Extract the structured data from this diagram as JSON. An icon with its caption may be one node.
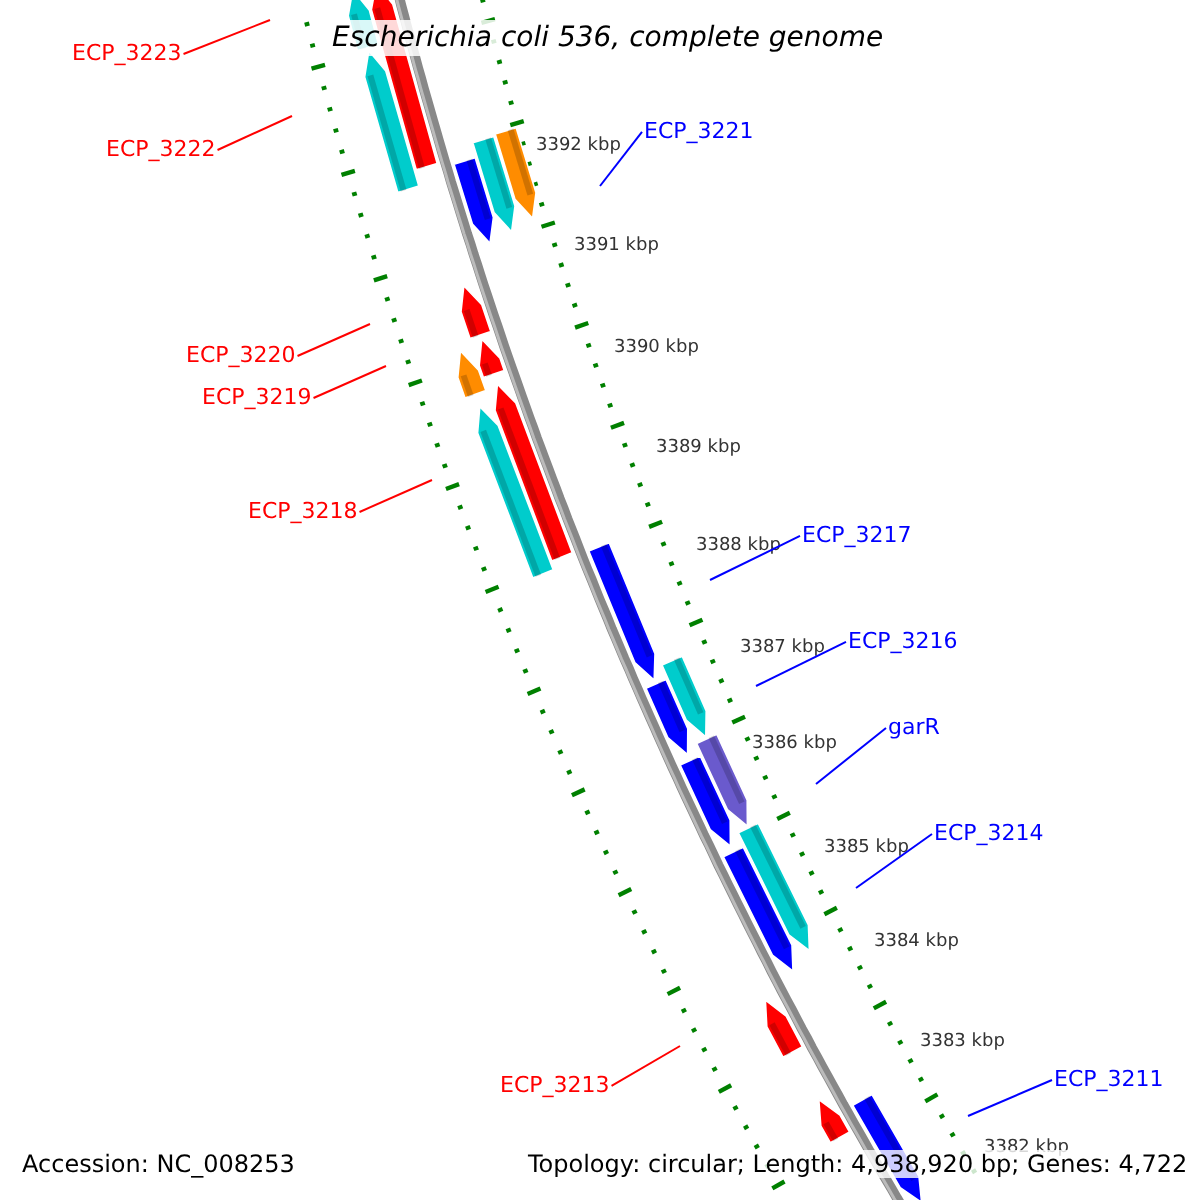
{
  "diagram": {
    "title": "Escherichia coli 536, complete genome",
    "nodes": [
      {
        "text": [
          "ECP_3223"
        ]
      },
      {
        "text": [
          "ECP_3221"
        ]
      },
      {
        "text": [
          "ECP_3222"
        ]
      },
      {
        "text": [
          "ECP_3220"
        ]
      },
      {
        "text": [
          "ECP_3219"
        ]
      },
      {
        "text": [
          "ECP_3218"
        ]
      },
      {
        "text": [
          "ECP_3217"
        ]
      },
      {
        "text": [
          "ECP_3216"
        ]
      },
      {
        "text": [
          "garR"
        ]
      },
      {
        "text": [
          "ECP_3214"
        ]
      },
      {
        "text": [
          "ECP_3213"
        ]
      },
      {
        "text": [
          "ECP_3211"
        ]
      }
    ],
    "edges": [
      {
        "from": 0,
        "to": null,
        "arrow": "none",
        "color": "#ff0000"
      },
      {
        "from": 1,
        "to": null,
        "arrow": "none",
        "color": "#0000ff"
      },
      {
        "from": 2,
        "to": null,
        "arrow": "none",
        "color": "#ff0000"
      },
      {
        "from": 3,
        "to": null,
        "arrow": "none",
        "color": "#ff0000"
      },
      {
        "from": 4,
        "to": null,
        "arrow": "none",
        "color": "#ff0000"
      },
      {
        "from": 5,
        "to": null,
        "arrow": "none",
        "color": "#ff0000"
      },
      {
        "from": 6,
        "to": null,
        "arrow": "none",
        "color": "#0000ff"
      },
      {
        "from": 7,
        "to": null,
        "arrow": "none",
        "color": "#0000ff"
      },
      {
        "from": 8,
        "to": null,
        "arrow": "none",
        "color": "#0000ff"
      },
      {
        "from": 9,
        "to": null,
        "arrow": "none",
        "color": "#0000ff"
      },
      {
        "from": 10,
        "to": null,
        "arrow": "none",
        "color": "#ff0000"
      },
      {
        "from": 11,
        "to": null,
        "arrow": "none",
        "color": "#0000ff"
      }
    ],
    "labels": [
      "3392 kbp",
      "3391 kbp",
      "3390 kbp",
      "3389 kbp",
      "3388 kbp",
      "3387 kbp",
      "3386 kbp",
      "3385 kbp",
      "3384 kbp",
      "3383 kbp",
      "3382 kbp",
      "Accession: NC_008253",
      "Topology: circular; Length: 4,938,920 bp; Genes: 4,722"
    ]
  }
}
